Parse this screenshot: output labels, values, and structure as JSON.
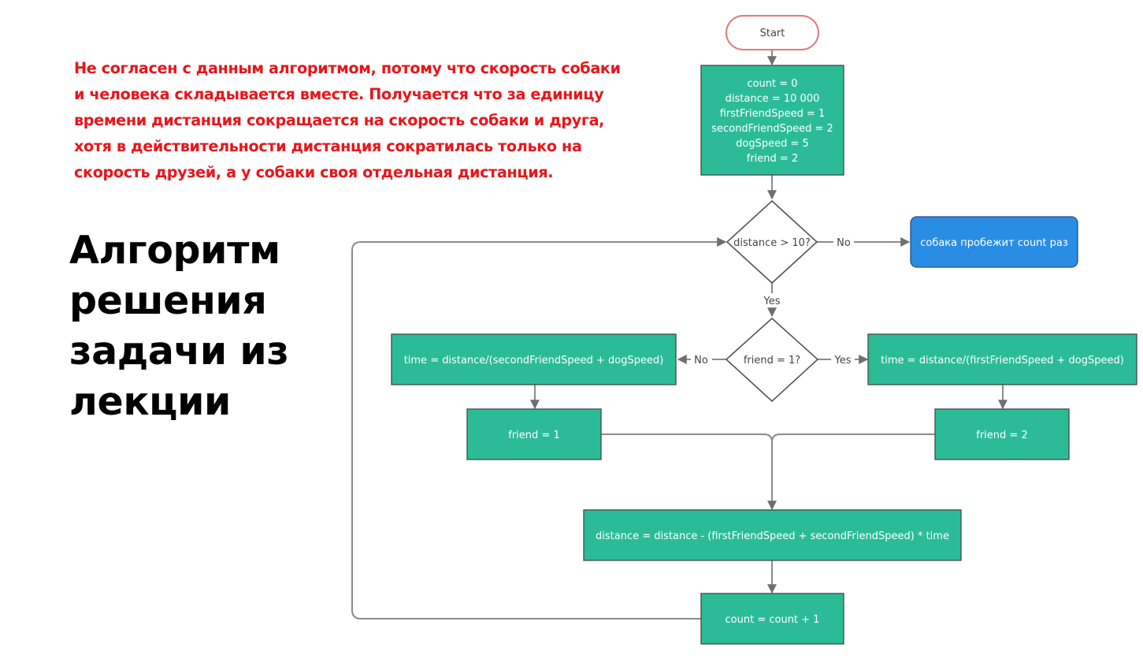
{
  "note": {
    "lines": [
      "Не согласен с данным алгоритмом, потому что скорость собаки",
      "и человека складывается вместе. Получается что за единицу",
      "времени дистанция сокращается на скорость собаки и друга,",
      "хотя в действительности дистанция сократилась только на",
      "скорость друзей, а у собаки своя отдельная дистанция."
    ],
    "color": "#e8161b"
  },
  "title": {
    "lines": [
      "Алгоритм",
      "решения",
      "задачи из",
      "лекции"
    ]
  },
  "flowchart": {
    "colors": {
      "process": "#2bbc97",
      "terminal_output": "#2a8de4",
      "start_border": "#e07a7a"
    },
    "start": "Start",
    "init": {
      "lines": [
        "count = 0",
        "distance = 10 000",
        "firstFriendSpeed = 1",
        "secondFriendSpeed = 2",
        "dogSpeed = 5",
        "friend = 2"
      ]
    },
    "loop_condition": "distance > 10?",
    "loop_no_label": "No",
    "loop_yes_label": "Yes",
    "result": "собака пробежит count раз",
    "friend_condition": "friend = 1?",
    "friend_no_label": "No",
    "friend_yes_label": "Yes",
    "time_second": "time = distance/(secondFriendSpeed + dogSpeed)",
    "time_first": "time = distance/(firstFriendSpeed + dogSpeed)",
    "set_friend_1": "friend = 1",
    "set_friend_2": "friend = 2",
    "distance_update": "distance = distance - (firstFriendSpeed + secondFriendSpeed) * time",
    "count_update": "count = count + 1"
  }
}
